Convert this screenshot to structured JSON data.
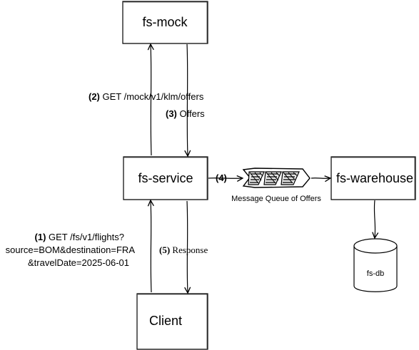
{
  "nodes": {
    "fs_mock": "fs-mock",
    "fs_service": "fs-service",
    "fs_warehouse": "fs-warehouse",
    "client": "Client",
    "fs_db": "fs-db"
  },
  "queue": {
    "label": "Message Queue of Offers"
  },
  "edges": {
    "e1_num": "(1)",
    "e1_line1": " GET /fs/v1/flights?",
    "e1_line2": "source=BOM&destination=FRA",
    "e1_line3": "&travelDate=2025-06-01",
    "e2_num": "(2)",
    "e2_text": " GET /mock/v1/klm/offers",
    "e3_num": "(3)",
    "e3_text": " Offers",
    "e4_num": "(4)",
    "e5_num": "(5)",
    "e5_text": " Response"
  },
  "colors": {
    "stroke": "#000000",
    "background": "#ffffff"
  }
}
